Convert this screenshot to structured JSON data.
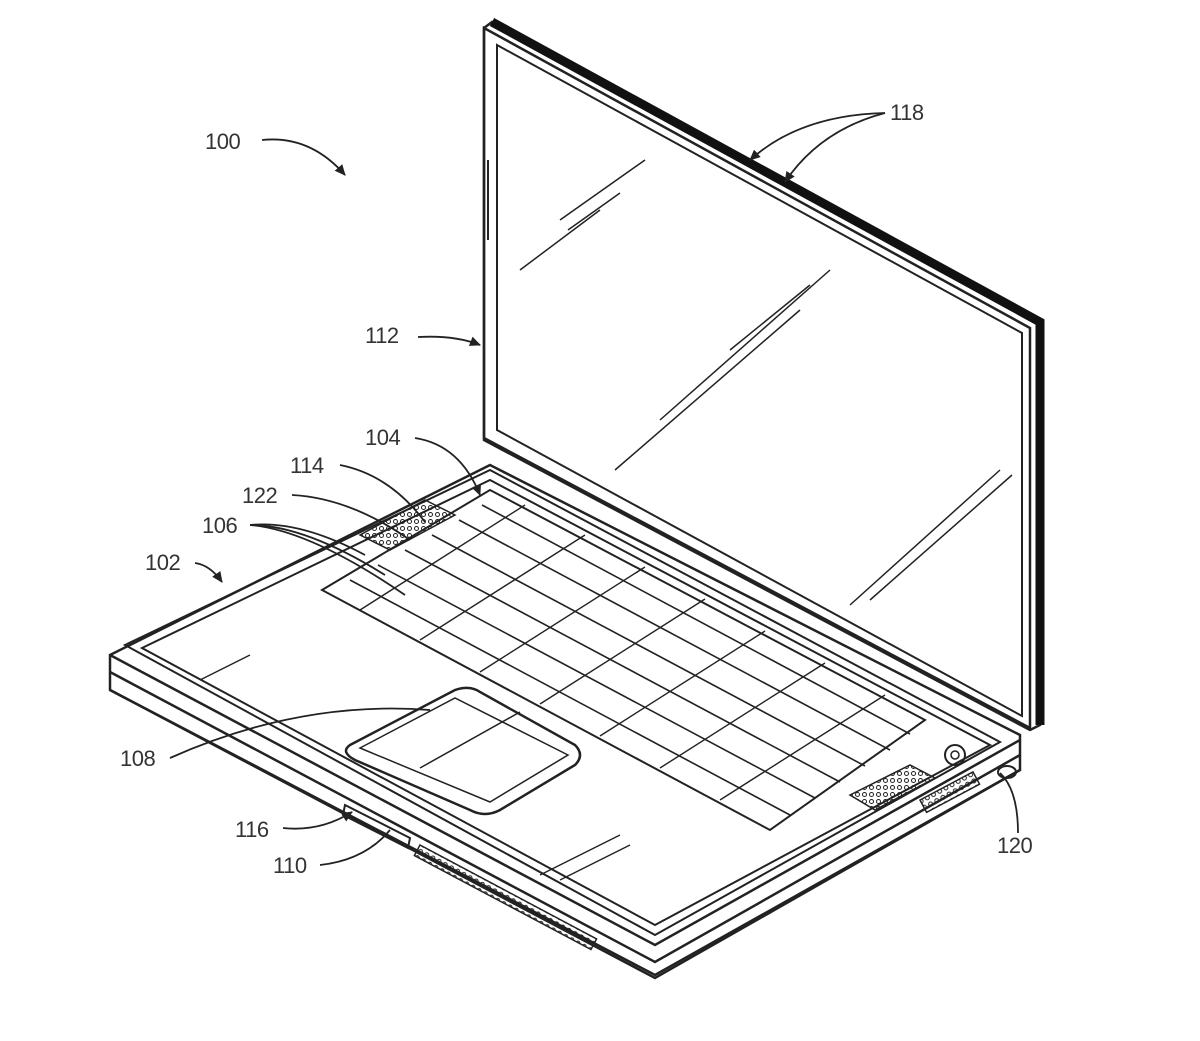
{
  "figure": {
    "subject": "laptop computer patent drawing",
    "labels": {
      "l100": "100",
      "l102": "102",
      "l104": "104",
      "l106": "106",
      "l108": "108",
      "l110": "110",
      "l112": "112",
      "l114": "114",
      "l116": "116",
      "l118": "118",
      "l120": "120",
      "l122": "122"
    }
  }
}
